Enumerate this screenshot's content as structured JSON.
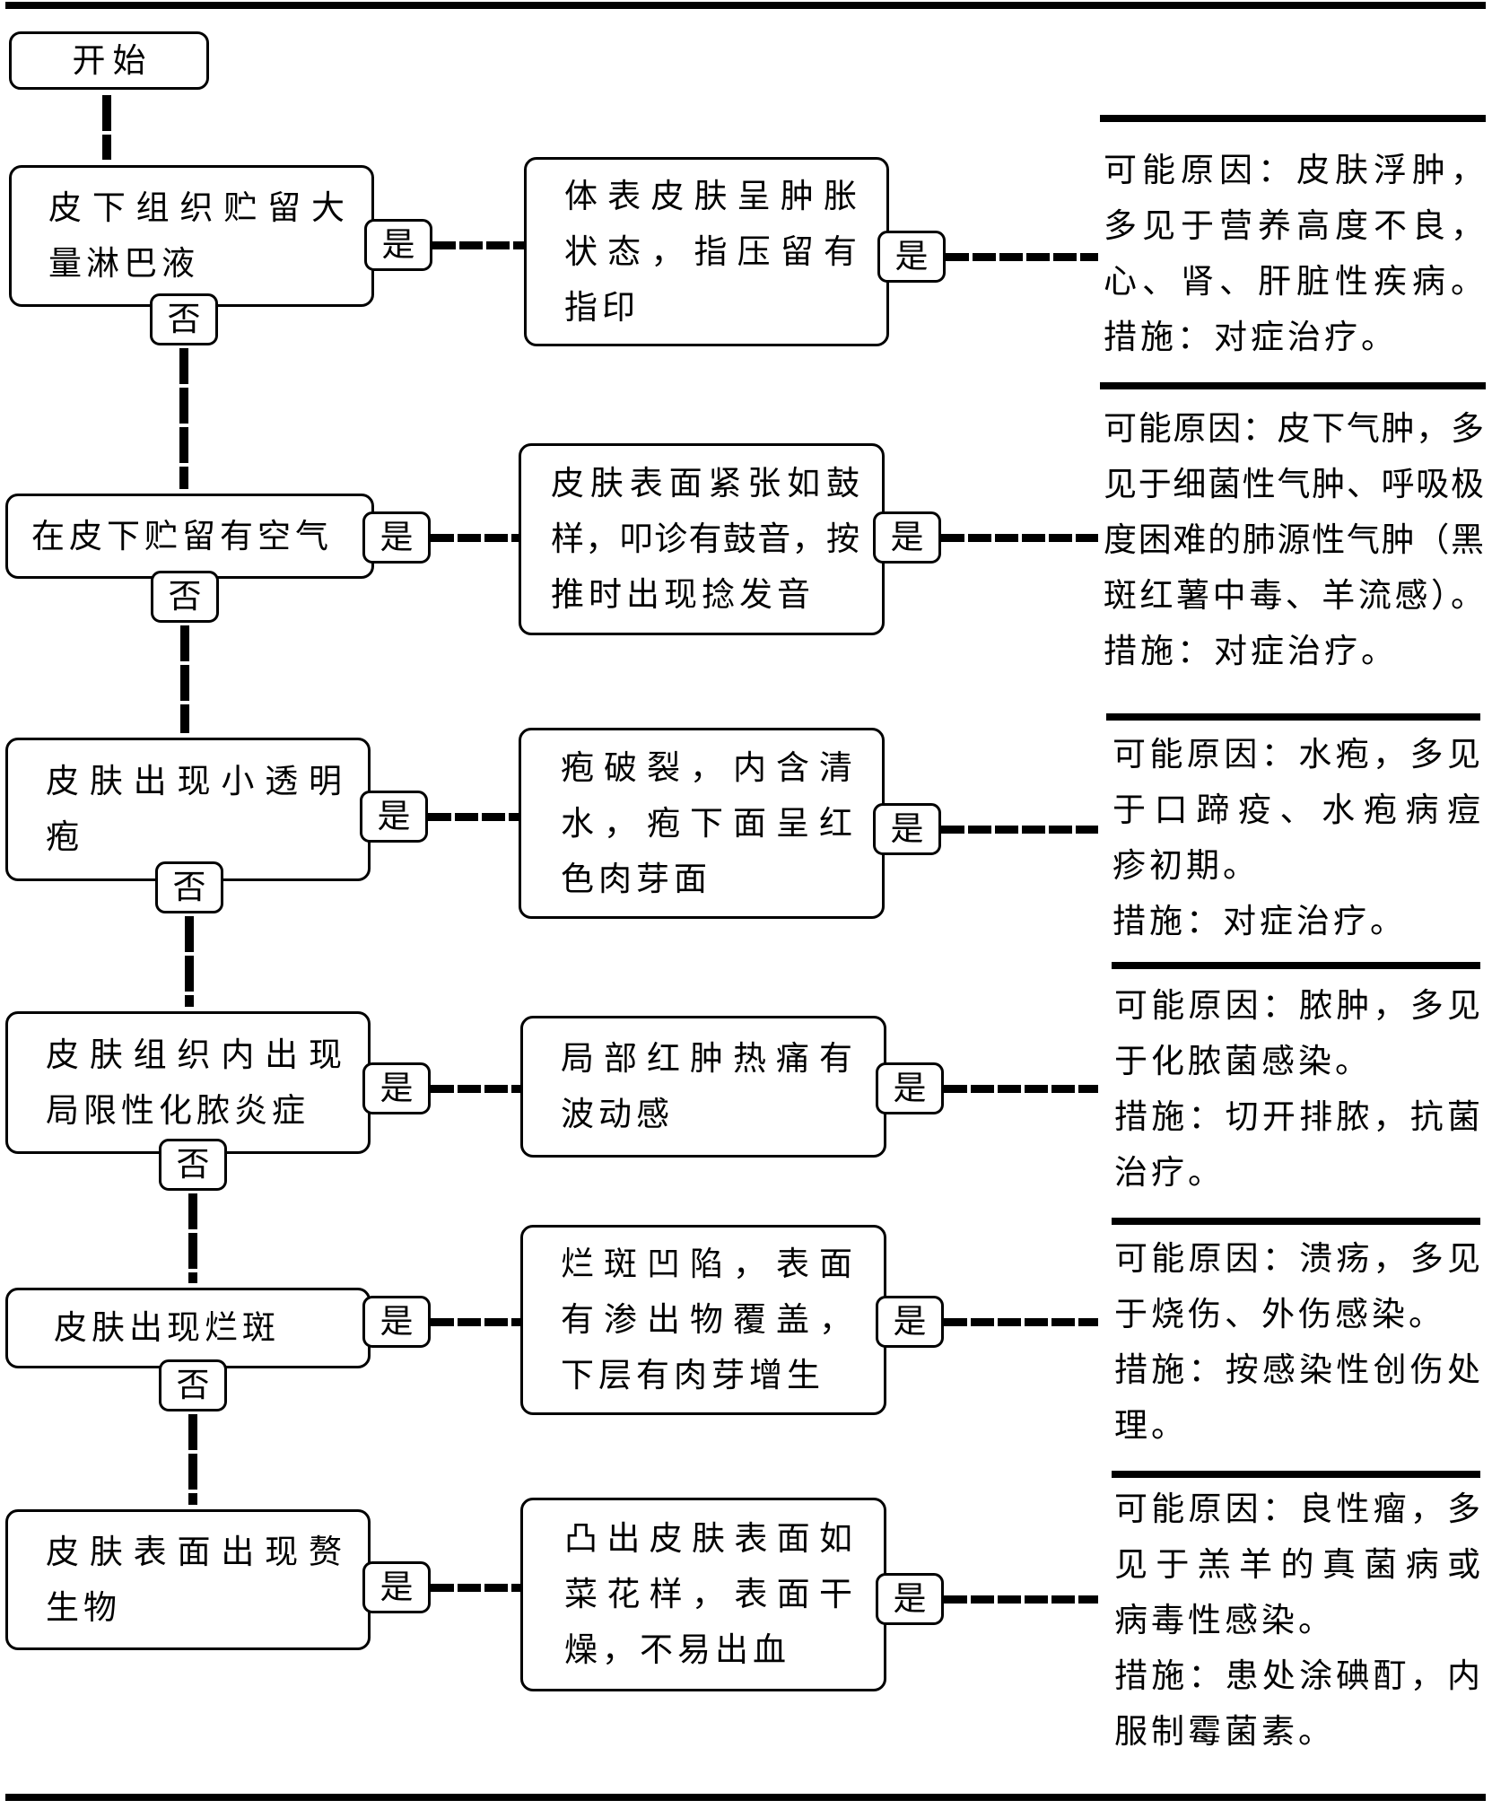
{
  "start": {
    "label": "开始"
  },
  "steps": [
    {
      "condition": [
        "皮下组织贮留大",
        "量淋巴液"
      ],
      "condition_yes": "是",
      "sign": [
        "体表皮肤呈肿胀",
        "状态，指压留有",
        "指印"
      ],
      "sign_yes": "是",
      "result": {
        "cause": [
          "可能原因：皮肤浮肿，",
          "多见于营养高度不良，",
          "心、肾、肝脏性疾病。"
        ],
        "measure": [
          "措施：对症治疗。"
        ]
      },
      "no": "否"
    },
    {
      "condition": [
        "在皮下贮留有空气"
      ],
      "condition_yes": "是",
      "sign": [
        "皮肤表面紧张如鼓",
        "样，叩诊有鼓音，按",
        "推时出现捻发音"
      ],
      "sign_yes": "是",
      "result": {
        "cause": [
          "可能原因：皮下气肿，多",
          "见于细菌性气肿、呼吸极",
          "度困难的肺源性气肿（黑",
          "斑红薯中毒、羊流感）。"
        ],
        "measure": [
          "措施：对症治疗。"
        ]
      },
      "no": "否"
    },
    {
      "condition": [
        "皮肤出现小透明",
        "疱"
      ],
      "condition_yes": "是",
      "sign": [
        "疱破裂，内含清",
        "水，疱下面呈红",
        "色肉芽面"
      ],
      "sign_yes": "是",
      "result": {
        "cause": [
          "可能原因：水疱，多见",
          "于口蹄疫、水疱病痘",
          "疹初期。"
        ],
        "measure": [
          "措施：对症治疗。"
        ]
      },
      "no": "否"
    },
    {
      "condition": [
        "皮肤组织内出现",
        "局限性化脓炎症"
      ],
      "condition_yes": "是",
      "sign": [
        "局部红肿热痛有",
        "波动感"
      ],
      "sign_yes": "是",
      "result": {
        "cause": [
          "可能原因：脓肿，多见",
          "于化脓菌感染。"
        ],
        "measure": [
          "措施：切开排脓，抗菌",
          "治疗。"
        ]
      },
      "no": "否"
    },
    {
      "condition": [
        "皮肤出现烂斑"
      ],
      "condition_yes": "是",
      "sign": [
        "烂斑凹陷，表面",
        "有渗出物覆盖，",
        "下层有肉芽增生"
      ],
      "sign_yes": "是",
      "result": {
        "cause": [
          "可能原因：溃疡，多见",
          "于烧伤、外伤感染。"
        ],
        "measure": [
          "措施：按感染性创伤处",
          "理。"
        ]
      },
      "no": "否"
    },
    {
      "condition": [
        "皮肤表面出现赘",
        "生物"
      ],
      "condition_yes": "是",
      "sign": [
        "凸出皮肤表面如",
        "菜花样，表面干",
        "燥，不易出血"
      ],
      "sign_yes": "是",
      "result": {
        "cause": [
          "可能原因：良性瘤，多",
          "见于羔羊的真菌病或",
          "病毒性感染。"
        ],
        "measure": [
          "措施：患处涂碘酊，内",
          "服制霉菌素。"
        ]
      }
    }
  ]
}
